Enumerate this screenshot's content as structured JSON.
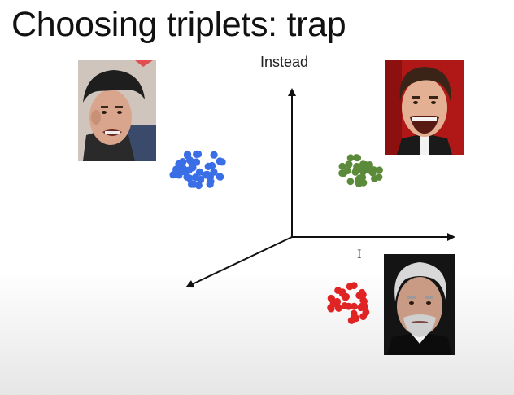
{
  "slide": {
    "title": "Choosing triplets: trap",
    "axis_label": "Instead",
    "cursor_glyph": "I"
  },
  "clusters": [
    {
      "name": "cluster-blue",
      "color": "#3a6ee6"
    },
    {
      "name": "cluster-green",
      "color": "#5b8a3a"
    },
    {
      "name": "cluster-red",
      "color": "#e02424"
    }
  ],
  "photos": [
    {
      "name": "face-photo-1",
      "description_icon": "face-photo"
    },
    {
      "name": "face-photo-2",
      "description_icon": "face-photo"
    },
    {
      "name": "face-photo-3",
      "description_icon": "face-photo"
    }
  ]
}
